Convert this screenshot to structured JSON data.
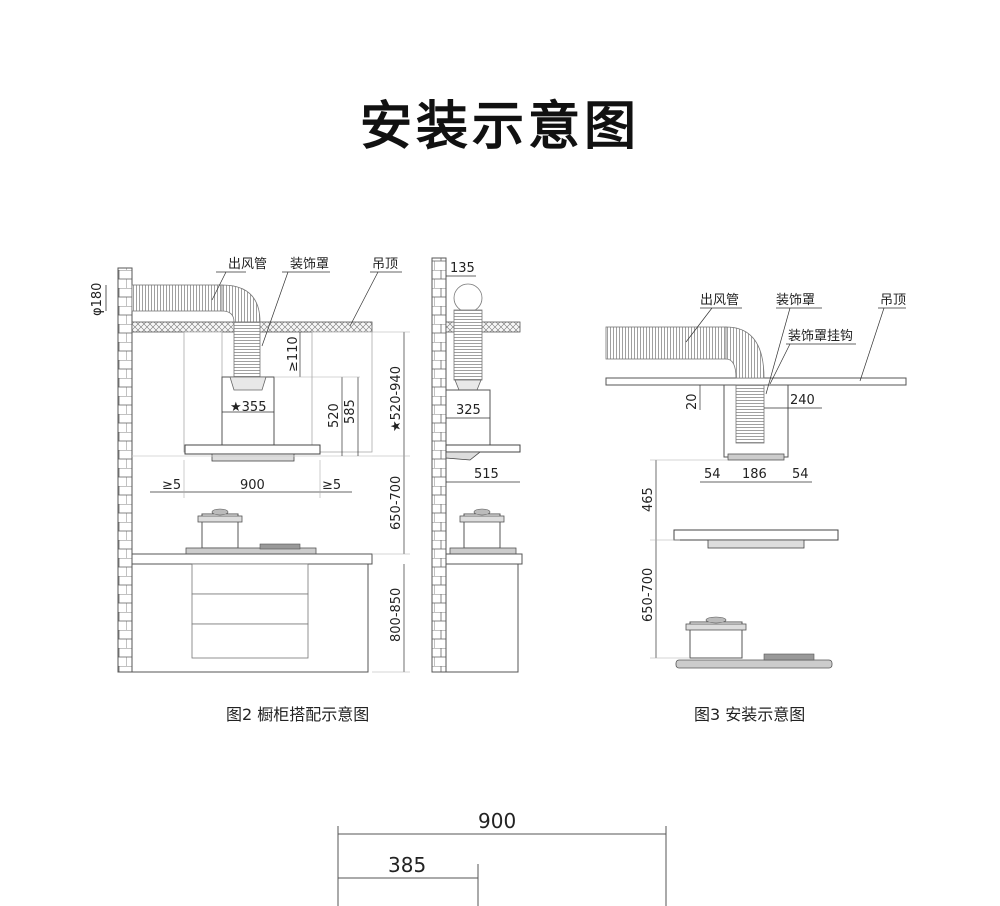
{
  "page_title": "安装示意图",
  "fig2": {
    "caption": "图2 橱柜搭配示意图",
    "labels": {
      "duct": "出风管",
      "cover": "装饰罩",
      "ceiling": "吊顶"
    },
    "dims": {
      "phi180": "φ180",
      "ge110": "≥110",
      "star355": "★355",
      "d520": "520",
      "d585": "585",
      "star520_940": "★520-940",
      "ge5_left": "≥5",
      "d900": "900",
      "ge5_right": "≥5",
      "d650_700": "650-700",
      "d800_850": "800-850"
    },
    "side": {
      "d135": "135",
      "d325": "325",
      "d515": "515"
    }
  },
  "fig3": {
    "caption": "图3 安装示意图",
    "labels": {
      "duct": "出风管",
      "cover": "装饰罩",
      "ceiling": "吊顶",
      "hook": "装饰罩挂钩"
    },
    "dims": {
      "d20": "20",
      "d240": "240",
      "d54_left": "54",
      "d186": "186",
      "d54_right": "54",
      "d465": "465",
      "d650_700": "650-700"
    }
  },
  "bottom_dims": {
    "d900": "900",
    "d385": "385"
  }
}
